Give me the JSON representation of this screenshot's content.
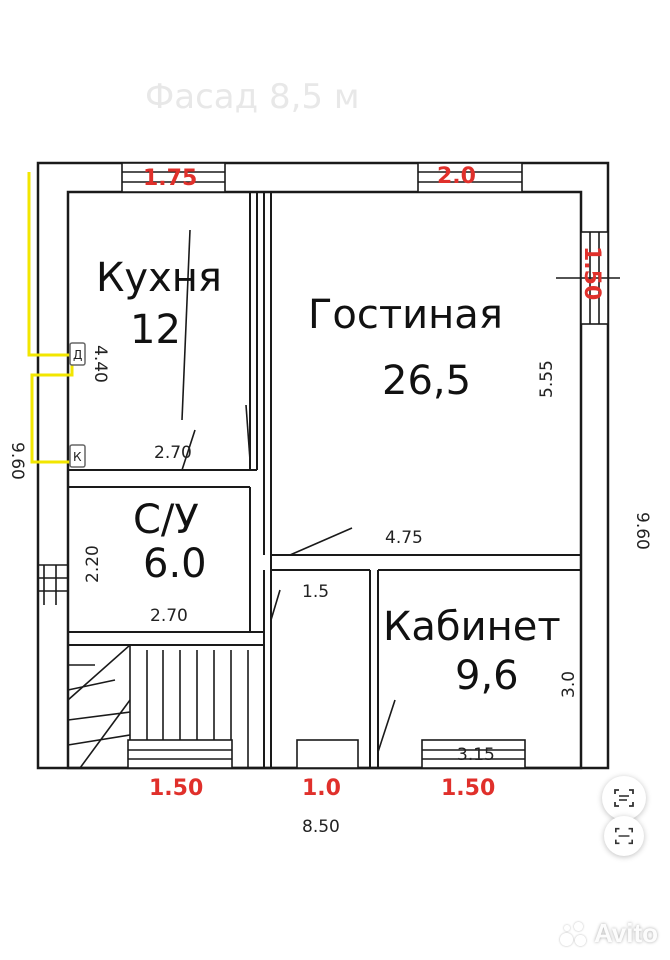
{
  "header_note": "Фасад 8,5 м",
  "rooms": {
    "kitchen": {
      "name": "Кухня",
      "area": "12"
    },
    "living": {
      "name": "Гостиная",
      "area": "26,5"
    },
    "bathroom": {
      "name": "С/У",
      "area": "6.0"
    },
    "office": {
      "name": "Кабинет",
      "area": "9,6"
    }
  },
  "dimensions": {
    "kitchen_height": "4.40",
    "kitchen_width": "2.70",
    "living_height": "5.55",
    "living_width": "4.75",
    "bathroom_height": "2.20",
    "bathroom_width": "2.70",
    "hall_width": "1.5",
    "office_height": "3.0",
    "office_width": "3.15",
    "overall_height_right": "9.60",
    "overall_height_left": "9.60",
    "overall_width": "8.50"
  },
  "openings": {
    "top_window_1": "1.75",
    "top_window_2": "2.0",
    "right_window": "1.50",
    "bottom_window_1": "1.50",
    "bottom_door": "1.0",
    "bottom_window_2": "1.50"
  },
  "markers": {
    "upper": "Д",
    "lower": "К"
  },
  "watermark": "Avito",
  "colors": {
    "wall": "#1a1a1a",
    "opening": "#e0302b",
    "pipe": "#f2e600"
  }
}
